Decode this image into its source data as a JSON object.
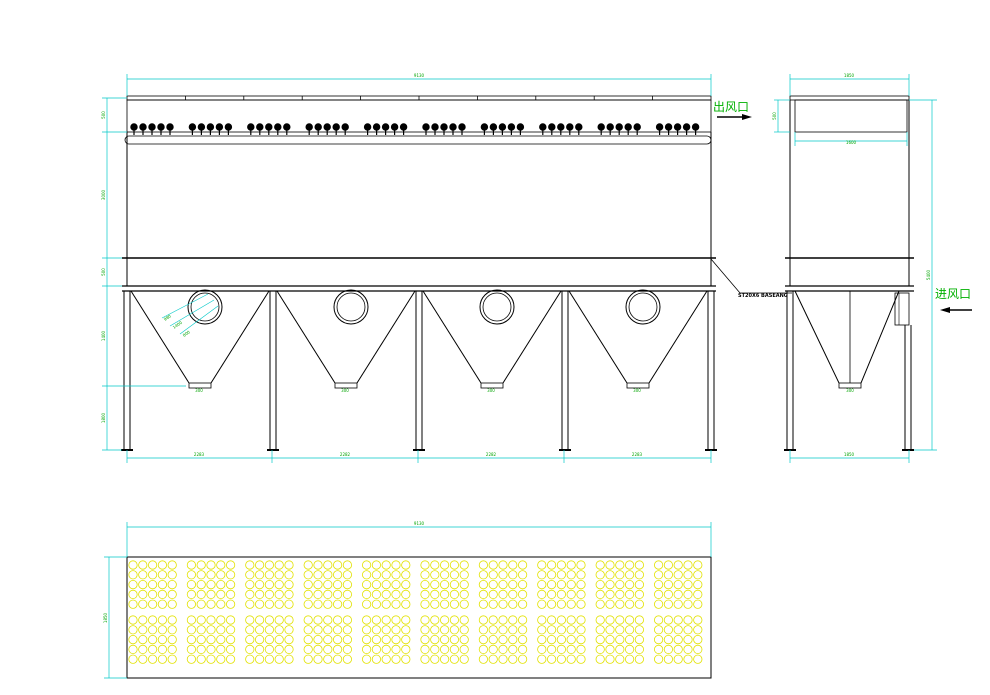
{
  "labels": {
    "outlet": "出风口",
    "inlet": "进风口",
    "note": "ST20X6 BASEANG"
  },
  "dims": {
    "front_total_width": "9130",
    "front_top_band": "500",
    "front_body_height": "3000",
    "front_flange_band": "500",
    "front_hopper_height": "1400",
    "front_leg_height": "1800",
    "bay_pitch": [
      "2283",
      "2282",
      "2282",
      "2283"
    ],
    "outlet_size": "300",
    "inlet_inclined": [
      "980",
      "1400",
      "800"
    ],
    "side_top_width": "1850",
    "side_top_inner": "1600",
    "side_top_band": "500",
    "side_total_height": "5400",
    "side_base_width": "1850",
    "side_outlet": "300",
    "plan_total_width": "9130",
    "plan_depth": "1850"
  },
  "counts": {
    "bays": 4,
    "valve_groups": 10,
    "valves_per_group": 5,
    "bag_columns_per_group": 5,
    "bag_rows": 10
  },
  "colors": {
    "line": "#000000",
    "dimension": "#00c8c8",
    "dimension_text": "#00a400",
    "bag_circles": "#e2e200",
    "label_text": "#00b000"
  }
}
